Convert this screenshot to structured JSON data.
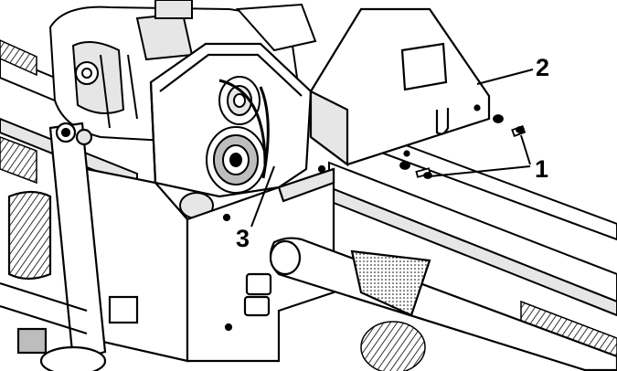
{
  "callouts": [
    {
      "id": "1",
      "label": "1"
    },
    {
      "id": "2",
      "label": "2"
    },
    {
      "id": "3",
      "label": "3"
    }
  ],
  "colors": {
    "line": "#000000",
    "background": "#ffffff",
    "shade_light": "#e6e6e6",
    "shade_mid": "#bdbdbd",
    "shade_dark": "#8c8c8c"
  }
}
